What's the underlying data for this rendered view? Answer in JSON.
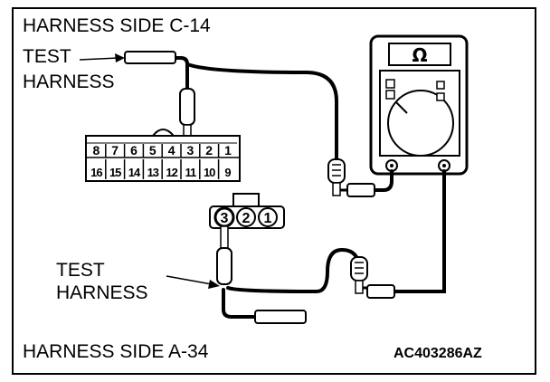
{
  "title_top": "HARNESS SIDE C-14",
  "test_harness_top": {
    "line1": "TEST",
    "line2": "HARNESS"
  },
  "test_harness_bottom": {
    "line1": "TEST",
    "line2": "HARNESS"
  },
  "title_bottom": "HARNESS SIDE A-34",
  "figure_code": "AC403286AZ",
  "meter_symbol": "Ω",
  "connector_c14": {
    "top_row": [
      "8",
      "7",
      "6",
      "5",
      "4",
      "3",
      "2",
      "1"
    ],
    "bottom_row": [
      "16",
      "15",
      "14",
      "13",
      "12",
      "11",
      "10",
      "9"
    ]
  },
  "connector_a34": {
    "pins": [
      "3",
      "2",
      "1"
    ]
  }
}
